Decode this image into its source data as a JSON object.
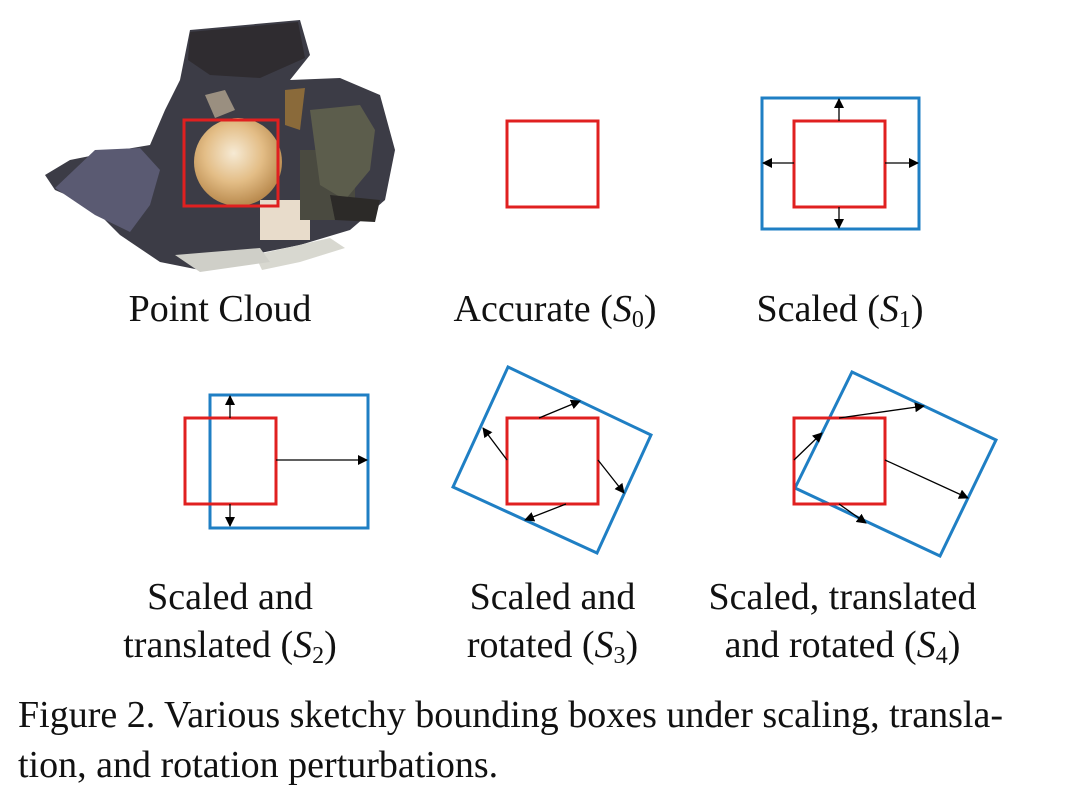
{
  "panels": [
    {
      "label": "Point Cloud"
    },
    {
      "label_text": "Accurate (",
      "symbol": "S",
      "subscript": "0",
      "close": ")"
    },
    {
      "label_text": "Scaled (",
      "symbol": "S",
      "subscript": "1",
      "close": ")"
    },
    {
      "line1": "Scaled and",
      "label_text": "translated (",
      "symbol": "S",
      "subscript": "2",
      "close": ")"
    },
    {
      "line1": "Scaled and",
      "label_text": "rotated (",
      "symbol": "S",
      "subscript": "3",
      "close": ")"
    },
    {
      "line1": "Scaled, translated",
      "label_text": "and rotated (",
      "symbol": "S",
      "subscript": "4",
      "close": ")"
    }
  ],
  "caption": {
    "line1": "Figure 2. Various sketchy bounding boxes under scaling, transla-",
    "line2": "tion, and rotation perturbations."
  },
  "colors": {
    "accurate_box": "#e02020",
    "perturbed_box": "#1f7fc4",
    "arrow": "#000000"
  }
}
